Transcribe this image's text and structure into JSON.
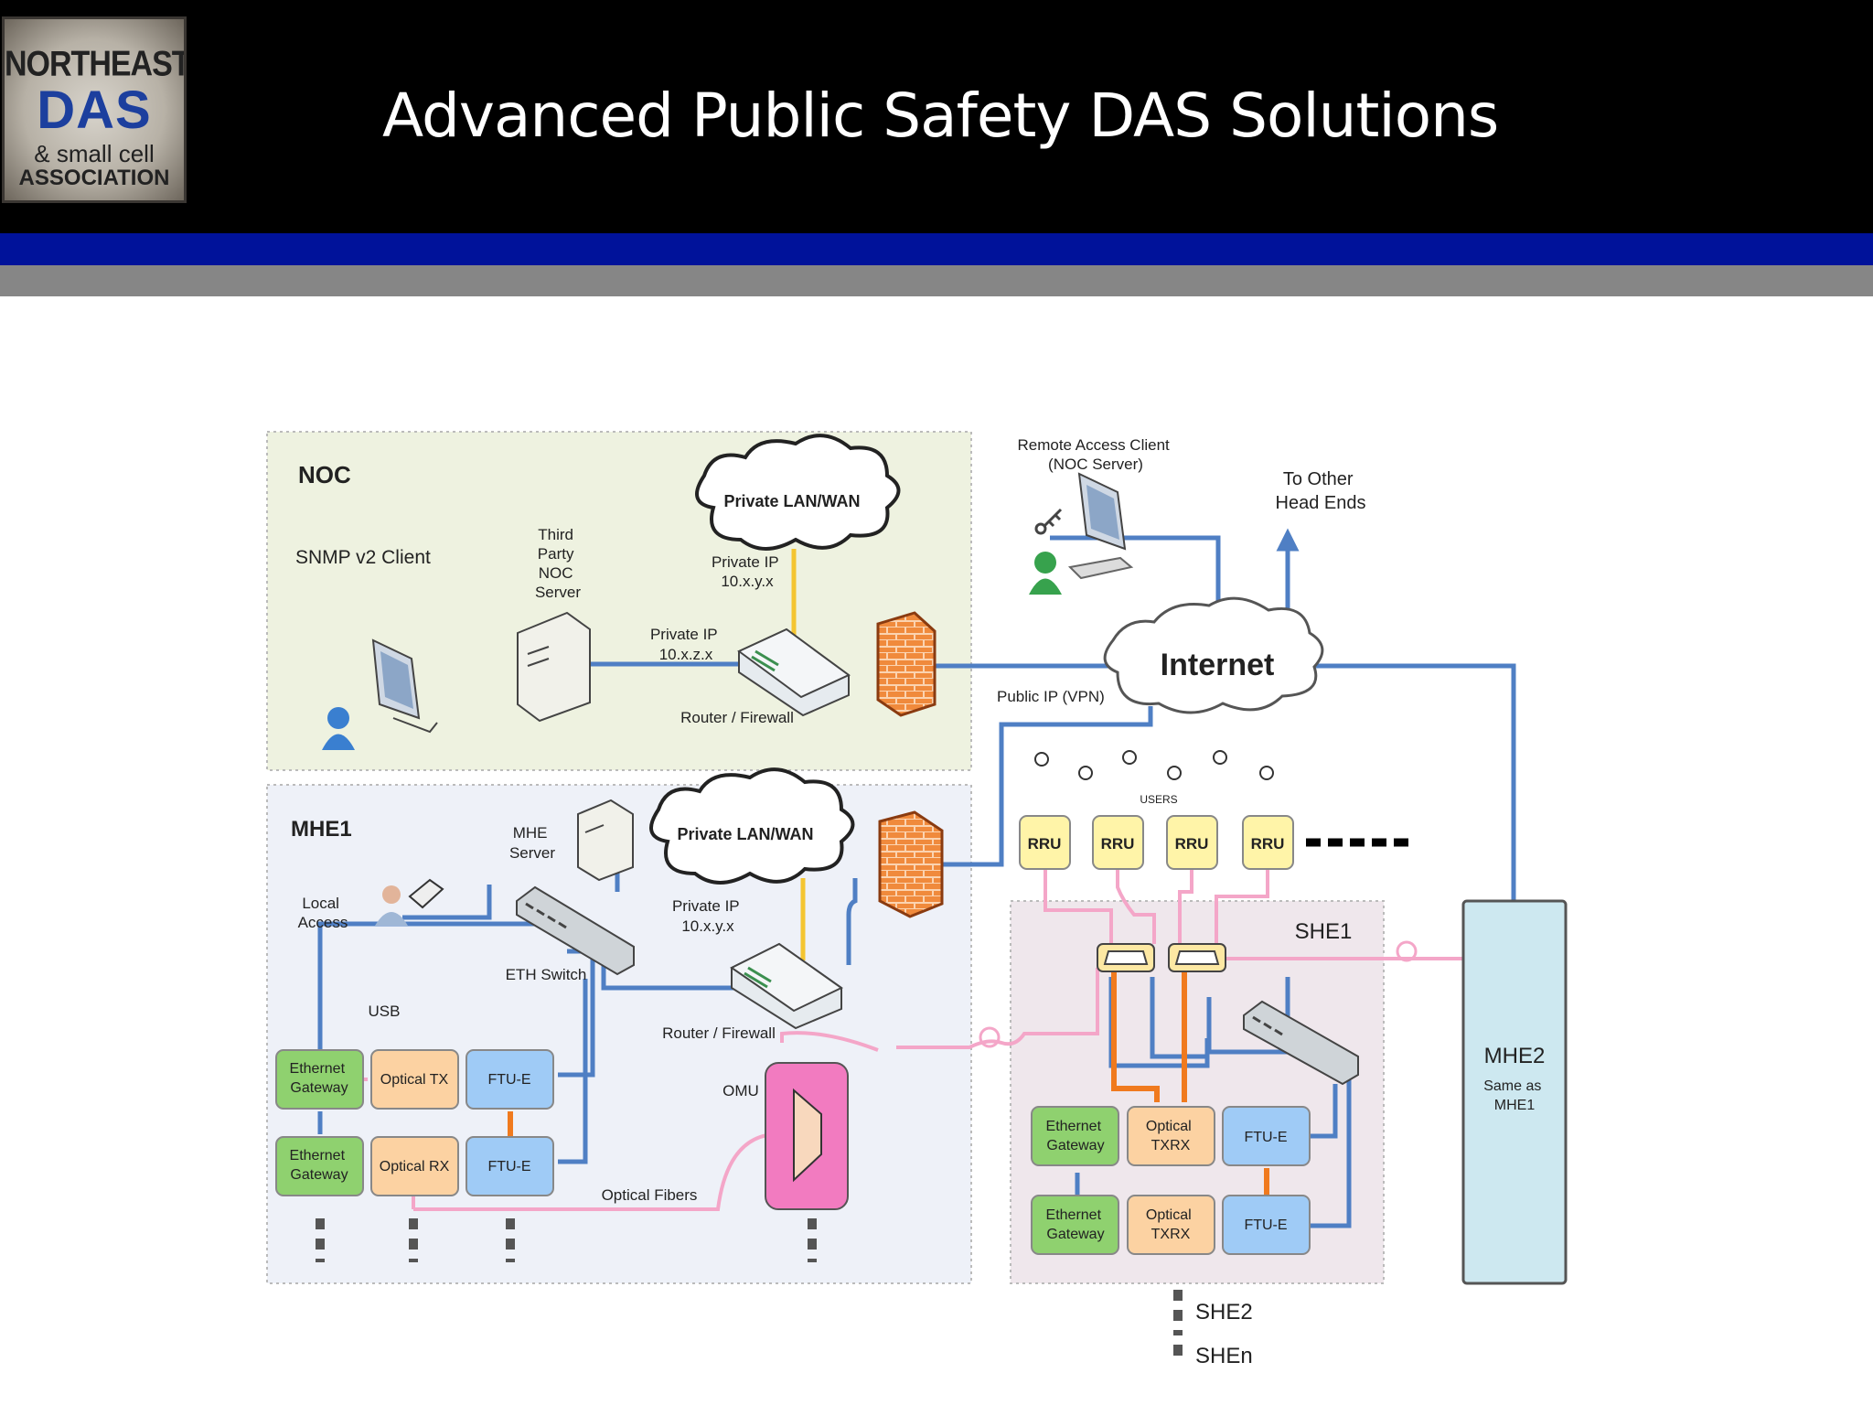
{
  "header": {
    "title": "Advanced Public Safety DAS Solutions",
    "logo": {
      "line1": "NORTHEAST",
      "line2": "DAS",
      "line3": "& small cell",
      "line4": "ASSOCIATION"
    }
  },
  "colors": {
    "header_bg": "#000000",
    "blue_band": "#00129a",
    "gray_band": "#868686",
    "link_blue": "#4f7fc4",
    "link_pink": "#f4a6c8",
    "link_orange": "#f07a1e",
    "link_yellow": "#f4c531"
  },
  "diagram": {
    "noc": {
      "label": "NOC",
      "snmp": "SNMP v2 Client",
      "third_party": [
        "Third",
        "Party",
        "NOC",
        "Server"
      ],
      "cloud": "Private LAN/WAN",
      "cloud_ip": [
        "Private IP",
        "10.x.y.x"
      ],
      "link_ip": [
        "Private IP",
        "10.x.z.x"
      ],
      "router": "Router / Firewall"
    },
    "remote": {
      "label": [
        "Remote Access Client",
        "(NOC Server)"
      ]
    },
    "other_head_ends": [
      "To Other",
      "Head Ends"
    ],
    "internet": "Internet",
    "public_ip": "Public IP (VPN)",
    "users": "USERS",
    "rru": [
      "RRU",
      "RRU",
      "RRU",
      "RRU"
    ],
    "mhe1": {
      "label": "MHE1",
      "server": [
        "MHE",
        "Server"
      ],
      "local": [
        "Local",
        "Access"
      ],
      "cloud": "Private LAN/WAN",
      "cloud_ip": [
        "Private IP",
        "10.x.y.x"
      ],
      "switch": "ETH Switch",
      "usb": "USB",
      "router": "Router / Firewall",
      "omu": "OMU",
      "fibers": "Optical Fibers",
      "eth1": [
        "Ethernet",
        "Gateway"
      ],
      "eth2": [
        "Ethernet",
        "Gateway"
      ],
      "otx": "Optical TX",
      "orx": "Optical RX",
      "ftu1": "FTU-E",
      "ftu2": "FTU-E"
    },
    "she1": {
      "label": "SHE1",
      "eth1": [
        "Ethernet",
        "Gateway"
      ],
      "eth2": [
        "Ethernet",
        "Gateway"
      ],
      "otx1": [
        "Optical",
        "TXRX"
      ],
      "otx2": [
        "Optical",
        "TXRX"
      ],
      "ftu1": "FTU-E",
      "ftu2": "FTU-E"
    },
    "mhe2": {
      "label": "MHE2",
      "sub": [
        "Same as",
        "MHE1"
      ]
    },
    "she2": "SHE2",
    "shen": "SHEn"
  }
}
